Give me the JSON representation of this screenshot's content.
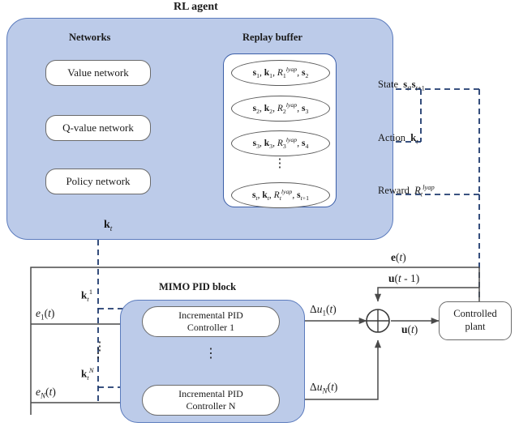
{
  "diagram": {
    "title": "RL agent",
    "colors": {
      "panel_blue": "#bccbe9",
      "panel_border": "#5b7bbd",
      "arrow_navy": "#1f3a6e",
      "arrow_gray": "#5a5a5a",
      "box_white": "#ffffff"
    }
  },
  "rl_agent": {
    "title": "RL agent",
    "networks": {
      "title": "Networks",
      "nodes": [
        {
          "label": "Value network"
        },
        {
          "label": "Q-value network"
        },
        {
          "label": "Policy network"
        }
      ],
      "output_signal": "k_t"
    },
    "replay_buffer": {
      "title": "Replay buffer",
      "entries": [
        {
          "s": "s_1",
          "k": "k_1",
          "r": "R_1^{lyap}",
          "s_next": "s_2"
        },
        {
          "s": "s_2",
          "k": "k_2",
          "r": "R_2^{lyap}",
          "s_next": "s_3"
        },
        {
          "s": "s_3",
          "k": "k_3",
          "r": "R_3^{lyap}",
          "s_next": "s_4"
        },
        {
          "s": "s_t",
          "k": "k_t",
          "r": "R_t^{lyap}",
          "s_next": "s_{t+1}"
        }
      ],
      "ellipsis": "⋮"
    },
    "feedback_labels": [
      {
        "name": "state",
        "text": "State",
        "symbol": "s_t , s_{t+1}"
      },
      {
        "name": "action",
        "text": "Action",
        "symbol": "k_t"
      },
      {
        "name": "reward",
        "text": "Reward",
        "symbol": "R_t^{lyap}"
      }
    ]
  },
  "mimo_pid": {
    "title": "MIMO PID block",
    "controllers": [
      {
        "line1": "Incremental PID",
        "line2": "Controller 1"
      },
      {
        "line1": "Incremental PID",
        "line2": "Controller N"
      }
    ],
    "gain_inputs": [
      "k_t^1",
      "k_t^N"
    ],
    "error_inputs": [
      "e_1(t)",
      "e_N(t)"
    ],
    "outputs": [
      "Δu_1(t)",
      "Δu_N(t)"
    ],
    "ellipsis": "⋮"
  },
  "plant": {
    "line1": "Controlled",
    "line2": "plant"
  },
  "signals": {
    "error_vector": "e(t)",
    "control_prev": "u(t - 1)",
    "control": "u(t)",
    "action_to_pid": "k_t"
  }
}
